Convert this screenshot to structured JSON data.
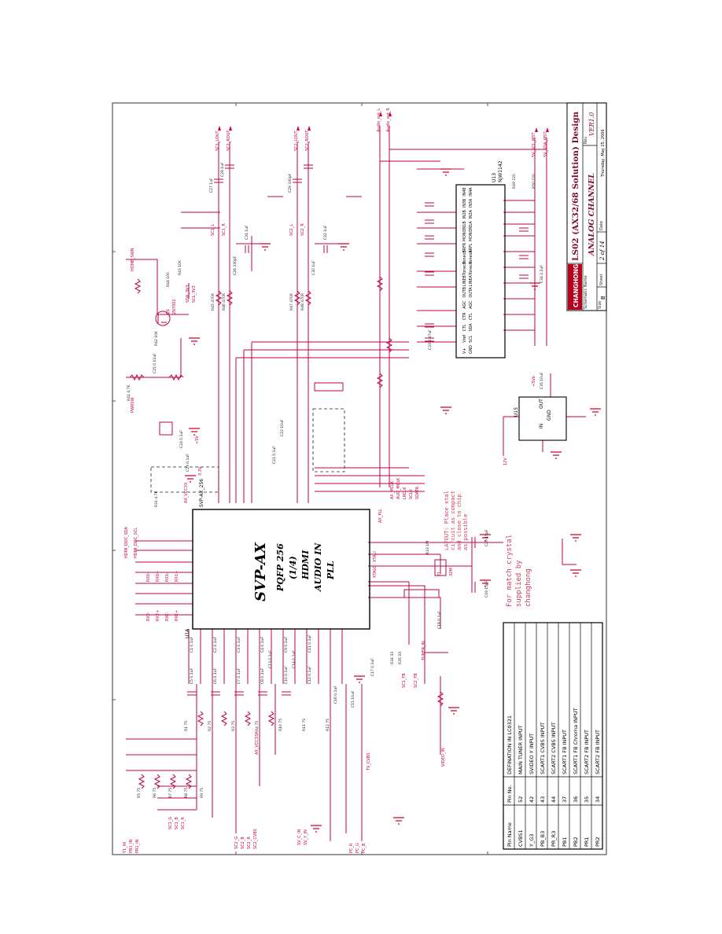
{
  "colors": {
    "frame": "#444444",
    "wire": "#c0004a",
    "ground": "#d4002a",
    "chip": "#000000",
    "note": "#d04060",
    "logo_bg": "#b8001f",
    "title_text": "#7a1030",
    "label": "#222222"
  },
  "main_chip": {
    "name": "SVP-AX",
    "lines": [
      "PQFP 256",
      "(1/4)",
      "HDMI",
      "AUDIO IN",
      "PLL"
    ],
    "ref": "U1A",
    "part": "SVP-AX_256"
  },
  "audio_chip": {
    "ref": "U13",
    "part": "NJW1142",
    "pins_left": [
      "GND",
      "SCL",
      "SDA",
      "CTL",
      "AGC",
      "OUTA",
      "LINEA",
      "TonecA",
      "ToneoA",
      "SRFL",
      "MONO",
      "IN1A",
      "IN2A",
      "IN3A",
      "IN4A"
    ],
    "pins_right": [
      "V+",
      "Vref",
      "CTL",
      "CTR",
      "AGC",
      "OUTB",
      "LINEB",
      "TonecB",
      "ToneoB",
      "SRFR",
      "MONO",
      "IN1B",
      "IN2B",
      "IN3B",
      "IN4B"
    ]
  },
  "regulator": {
    "ref": "U15",
    "part": "3.3V",
    "pins": [
      "IN",
      "OUT",
      "GND"
    ]
  },
  "notes": {
    "layout": [
      "LAYOUT: Place xtal",
      "circuit as compact",
      "and close to chip",
      "as possible"
    ],
    "crystal": [
      "For match crystal",
      "supplied by",
      "changhong"
    ]
  },
  "pin_table": {
    "headers": [
      "Pin Name",
      "Pin No.",
      "DEFINATION IN LC0321"
    ],
    "rows": [
      [
        "CVBS1",
        "52",
        "MAIN TUNER INPUT"
      ],
      [
        "Y_G3",
        "42",
        "SVIDEO Y INPUT"
      ],
      [
        "PB_B3",
        "43",
        "SCART1 CVBS INPUT"
      ],
      [
        "PR_R3",
        "44",
        "SCART2 CVBS INPUT"
      ],
      [
        "PB1",
        "37",
        "SCART1 FB INPUT"
      ],
      [
        "PB2",
        "36",
        "SCART1 FB Chroma INPUT"
      ],
      [
        "PR1",
        "35",
        "SCART2 FB INPUT"
      ],
      [
        "PR2",
        "34",
        "SCART2 FB INPUT"
      ]
    ]
  },
  "title_block": {
    "logo": "CHANGHONG 长虹",
    "project": "LS02 (AX32/68 Solution) Design",
    "schematic_label": "Schematic Name",
    "schematic_name": "ANALOG CHANNEL",
    "rev_label": "Rev",
    "rev": "VER1.0",
    "size_label": "Size",
    "size": "B",
    "sheet_label": "Sheet",
    "sheet": "2 of 14",
    "date_label": "Date",
    "date": "Thursday, May 25, 2006"
  },
  "nets": {
    "hdmi": [
      "HDMI_DDC_SDA",
      "HDMI_DDC_SCL",
      "RX0-",
      "RX0+",
      "RX1-",
      "RX1+",
      "RX2-",
      "RX2+",
      "RXC-",
      "RXC+"
    ],
    "video_in": [
      "Y1_IN",
      "PB1_IN",
      "PR1_IN",
      "SC1_G",
      "SC1_B",
      "SC1_R",
      "SC2_G",
      "SC2_B",
      "SC2_R",
      "SC2_CVBS",
      "SV_C_IN",
      "SV_Y_IN",
      "PC_R",
      "PC_G",
      "PC_B",
      "VIDEO_IN",
      "SC1_FB",
      "SC2_FB",
      "TUNER_IN",
      "TV_CVBS"
    ],
    "audio": [
      "SC1_LOUT",
      "SC1_ROUT",
      "SC2_LOUT",
      "SC2_ROUT",
      "Audio_out_L",
      "Audio_out_R",
      "SC1_L",
      "SC1_R",
      "SC2_L",
      "SC2_R",
      "HOME_SWN"
    ],
    "i2c": [
      "5V_SCL_MST",
      "5V_SDA_MST"
    ],
    "power": [
      "+5V",
      "3.3V",
      "AX_VCC33",
      "+5Vb",
      "12V",
      "AX_VCC33A"
    ],
    "misc": [
      "AX_PLL",
      "AX_MCLK",
      "AUD_MCLK",
      "LRCLK",
      "SCLK",
      "SDATA",
      "XTALI",
      "XTALO",
      "Y1",
      "32M",
      "PWRSW",
      "Q1",
      "2N7002",
      "SDA_3V3",
      "SCL_3V3"
    ]
  },
  "parts": {
    "caps": [
      "C1 0.1uF",
      "C2 0.1uF",
      "C3 0.1uF",
      "C4 0.1uF",
      "C5 0.1uF",
      "C6 0.1uF",
      "C7 0.1uF",
      "C8 0.1uF",
      "C9 0.1uF",
      "C10 0.1uF",
      "C11 0.1uF",
      "C12 0.1uF",
      "C13 0.1uF",
      "C14 0.1uF",
      "C15 10uF",
      "C16 0.1uF",
      "C17 0.1uF",
      "C18 0.1uF",
      "C19 15pF",
      "C20 15pF",
      "C21 0.1uF",
      "C22 10uF",
      "C23 0.1uF",
      "C24 0.1uF",
      "C25 0.01uF",
      "C26 330pF",
      "C27 1uF",
      "C28 1uF",
      "C29 330pF",
      "C30 1uF",
      "C31 1uF",
      "C32 1uF",
      "C33 0.47uF",
      "C34 2.2uF",
      "C35 10uF"
    ],
    "resistors": [
      "R1 75",
      "R2 75",
      "R3 75",
      "R4 75",
      "R5 75",
      "R6 75",
      "R7 75",
      "R8 75",
      "R9 75",
      "R10 75",
      "R11 75",
      "R12 75",
      "R31 4.7K",
      "R33 1M",
      "R34 33",
      "R35 33",
      "R41 4.7K",
      "R42 10K",
      "R43 10K",
      "R44 100",
      "R45 470R",
      "R46 470R",
      "R47 470R",
      "R48 470R",
      "R49 220",
      "R50 220"
    ]
  }
}
